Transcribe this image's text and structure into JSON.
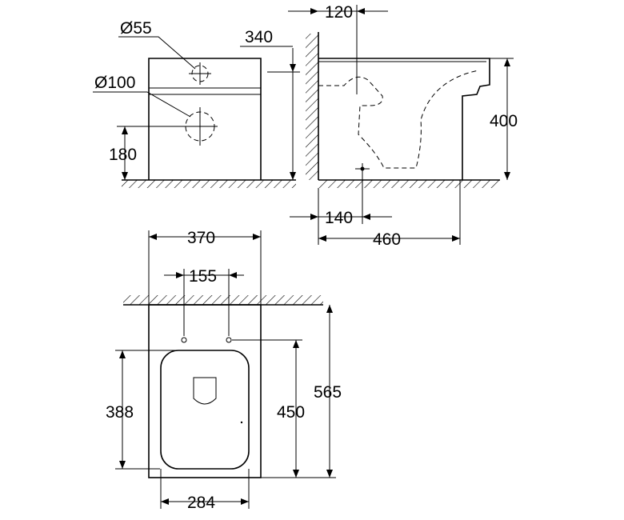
{
  "dimensions": {
    "dia_55": "Ø55",
    "dia_100": "Ø100",
    "d_340": "340",
    "d_180": "180",
    "d_120": "120",
    "d_400": "400",
    "d_140": "140",
    "d_460": "460",
    "d_370": "370",
    "d_155": "155",
    "d_388": "388",
    "d_450": "450",
    "d_565": "565",
    "d_284": "284"
  }
}
